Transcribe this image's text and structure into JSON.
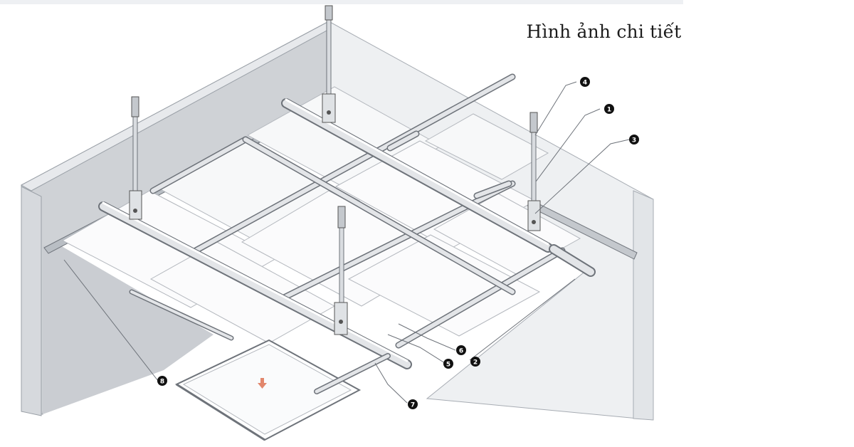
{
  "title": "Hình ảnh chi tiết cấu trúc lắp đặt",
  "callouts": [
    {
      "id": "callout-1",
      "label": "1"
    },
    {
      "id": "callout-2",
      "label": "2"
    },
    {
      "id": "callout-3",
      "label": "3"
    },
    {
      "id": "callout-4",
      "label": "4"
    },
    {
      "id": "callout-5",
      "label": "5"
    },
    {
      "id": "callout-6",
      "label": "6"
    },
    {
      "id": "callout-7",
      "label": "7"
    },
    {
      "id": "callout-8",
      "label": "8"
    }
  ],
  "colors": {
    "wall_front": "#cfd2d6",
    "wall_top": "#e7e9ec",
    "wall_right": "#eef0f2",
    "panel": "#fbfbfc",
    "rail": "#e3e5e8",
    "rail_edge": "#6e737a",
    "callout_fill": "#111111",
    "drop_arrow": "#e2876d"
  },
  "icons": {
    "drop_arrow": "arrow-down-icon"
  }
}
